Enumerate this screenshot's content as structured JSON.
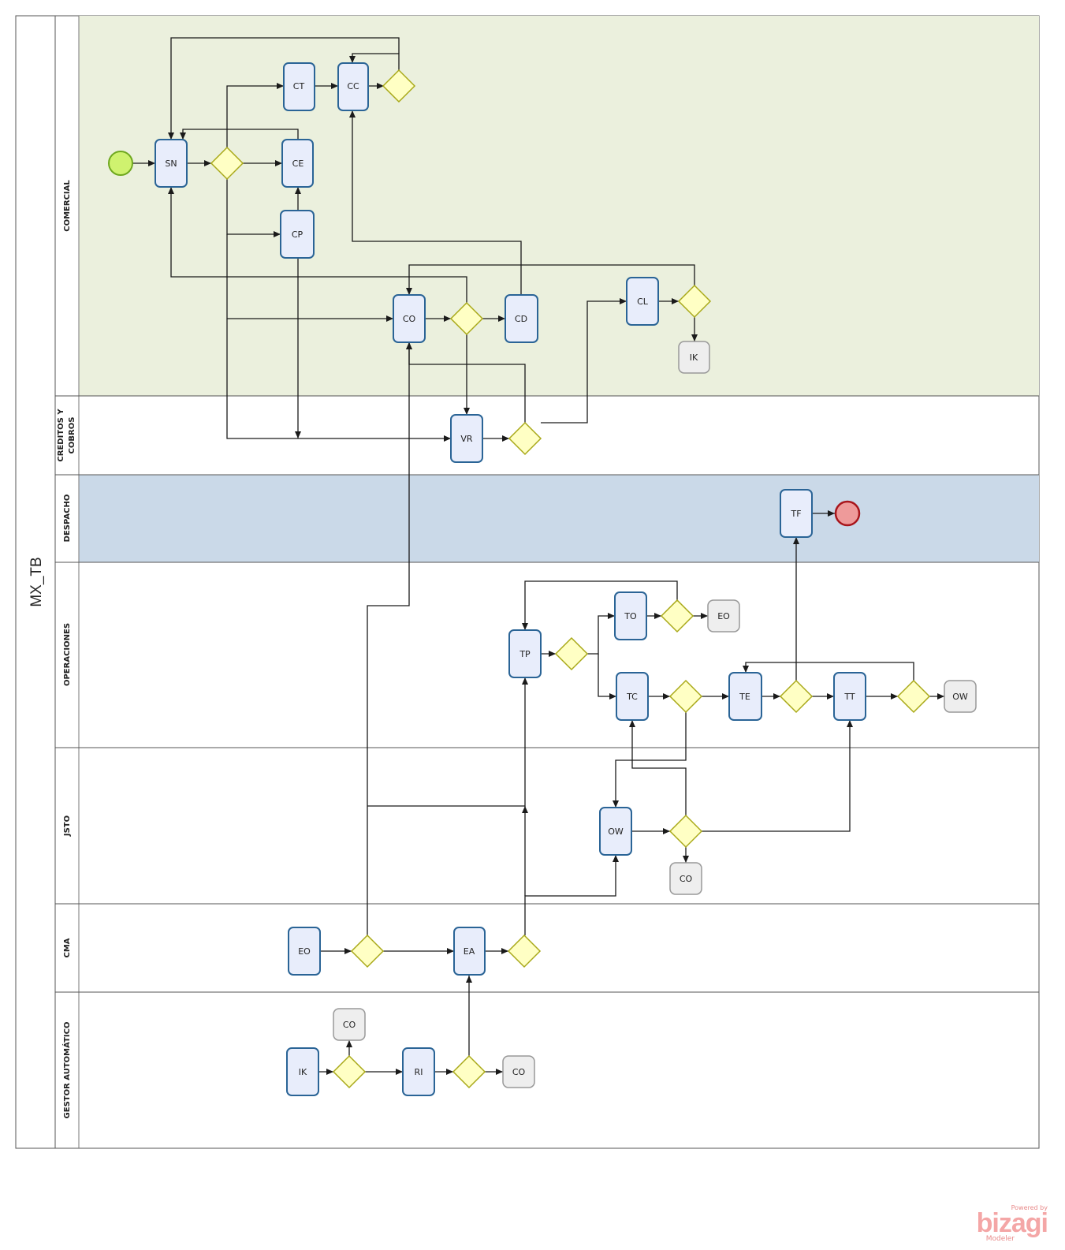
{
  "pool": {
    "title": "MX_TB"
  },
  "lanes": [
    {
      "id": "comercial",
      "label": "COMERCIAL"
    },
    {
      "id": "creditos",
      "label_lines": [
        "CREDITOS Y",
        "COBROS"
      ]
    },
    {
      "id": "despacho",
      "label": "DESPACHO"
    },
    {
      "id": "operaciones",
      "label": "OPERACIONES"
    },
    {
      "id": "jsto",
      "label": "JSTO"
    },
    {
      "id": "cma",
      "label": "CMA"
    },
    {
      "id": "gestor",
      "label": "GESTOR AUTOMÁTICO"
    }
  ],
  "tasks": {
    "sn": "SN",
    "ct": "CT",
    "cc": "CC",
    "ce": "CE",
    "cp": "CP",
    "co_com": "CO",
    "cd": "CD",
    "cl": "CL",
    "vr": "VR",
    "tf": "TF",
    "tp": "TP",
    "to": "TO",
    "tc": "TC",
    "te": "TE",
    "tt": "TT",
    "ow": "OW",
    "eo_cma": "EO",
    "ea": "EA",
    "ik_gestor": "IK",
    "ri": "RI"
  },
  "link_events": {
    "ik_com": "IK",
    "eo_ops": "EO",
    "ow_ops": "OW",
    "co_jsto": "CO",
    "co_gestor_top": "CO",
    "co_gestor_right": "CO"
  },
  "colors": {
    "comercial_bg": "#ebf0dd",
    "despacho_bg": "#cad9e8",
    "task_fill": "#e8edfb",
    "task_stroke": "#2a6496",
    "gateway_fill": "#ffffc4",
    "gateway_stroke": "#a9a919",
    "start_fill": "#cff26f",
    "start_stroke": "#6fa81f",
    "end_fill": "#ee9a9a",
    "end_stroke": "#a8161c",
    "link_fill": "#eeeeee",
    "link_stroke": "#999999"
  },
  "watermark": {
    "powered": "Powered by",
    "brand": "bizagi",
    "product": "Modeler"
  }
}
